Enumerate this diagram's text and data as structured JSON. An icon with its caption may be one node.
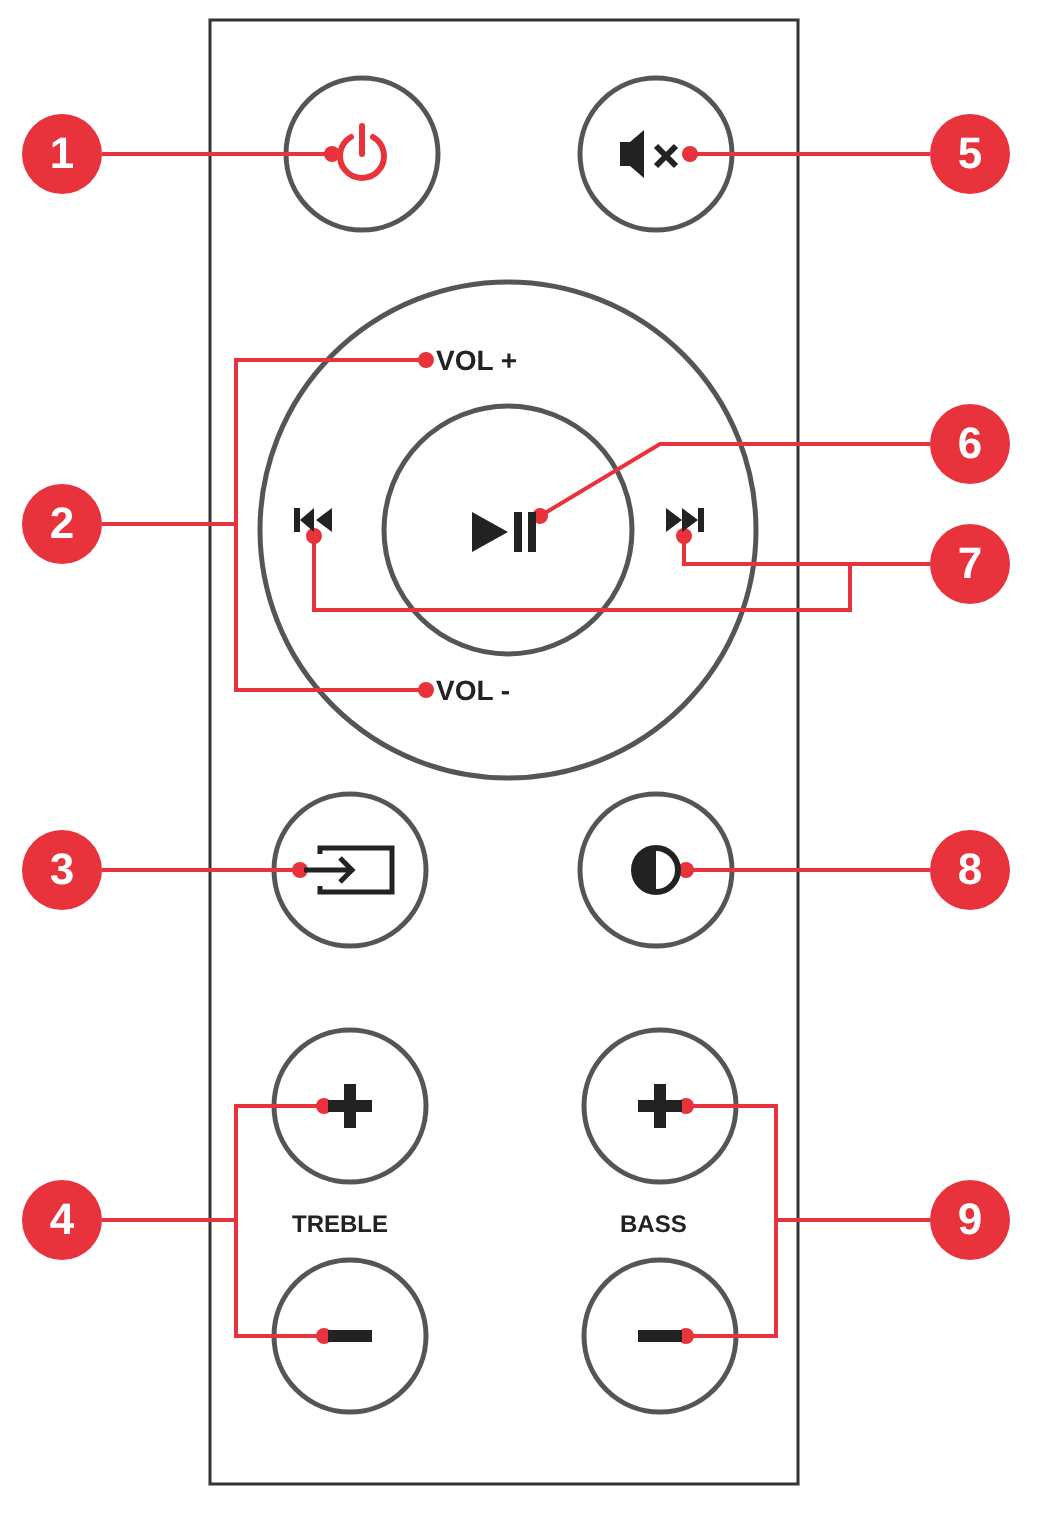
{
  "diagram": {
    "nodes": [
      {
        "text": [
          "1"
        ]
      },
      {
        "text": [],
        "shape": "icon"
      },
      {
        "text": [
          "5"
        ]
      },
      {
        "text": [],
        "shape": "icon"
      },
      {
        "text": [
          "2"
        ]
      },
      {
        "text": [
          "VOL +"
        ]
      },
      {
        "text": [
          "VOL -"
        ]
      },
      {
        "text": [
          "6"
        ]
      },
      {
        "text": [],
        "shape": "icon"
      },
      {
        "text": [
          "7"
        ]
      },
      {
        "text": [],
        "shape": "icon"
      },
      {
        "text": [],
        "shape": "icon"
      },
      {
        "text": [
          "3"
        ]
      },
      {
        "text": [],
        "shape": "icon"
      },
      {
        "text": [
          "8"
        ]
      },
      {
        "text": [],
        "shape": "icon"
      },
      {
        "text": [
          "4"
        ]
      },
      {
        "text": [],
        "shape": "icon"
      },
      {
        "text": [],
        "shape": "icon"
      },
      {
        "text": [
          "9"
        ]
      },
      {
        "text": [],
        "shape": "icon"
      },
      {
        "text": [],
        "shape": "icon"
      }
    ],
    "edges": [
      {
        "from": 0,
        "to": 1,
        "arrow": "other"
      },
      {
        "from": 2,
        "to": 3,
        "arrow": "other"
      },
      {
        "from": 4,
        "to": 5,
        "arrow": "other"
      },
      {
        "from": 4,
        "to": 6,
        "arrow": "other"
      },
      {
        "from": 7,
        "to": 8,
        "arrow": "other"
      },
      {
        "from": 9,
        "to": 10,
        "arrow": "other"
      },
      {
        "from": 9,
        "to": 11,
        "arrow": "other"
      },
      {
        "from": 12,
        "to": 13,
        "arrow": "other"
      },
      {
        "from": 14,
        "to": 15,
        "arrow": "other"
      },
      {
        "from": 16,
        "to": 17,
        "arrow": "other"
      },
      {
        "from": 16,
        "to": 18,
        "arrow": "other"
      },
      {
        "from": 19,
        "to": 20,
        "arrow": "other"
      },
      {
        "from": 19,
        "to": 21,
        "arrow": "other"
      }
    ],
    "labels": [
      "TREBLE",
      "BASS"
    ]
  }
}
